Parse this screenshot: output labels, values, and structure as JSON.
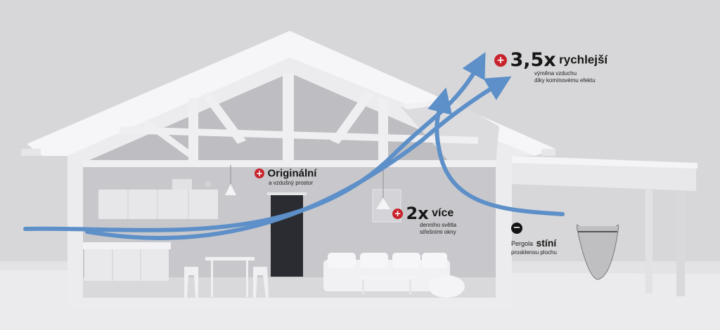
{
  "colors": {
    "background": "#d7d7d9",
    "house": "#eeeef0",
    "interior_wall": "#c9c9cd",
    "floor": "#dcdcdf",
    "airflow": "#5d8fc8",
    "plus_badge": "#c8232c",
    "minus_badge": "#141414"
  },
  "icons": {
    "plus": "+",
    "minus": "−"
  },
  "callouts": {
    "exchange": {
      "badge": "plus",
      "value": "3,5x",
      "word": "rychlejší",
      "lines": [
        "výměna vzduchu",
        "díky komínovému efektu"
      ]
    },
    "original": {
      "badge": "plus",
      "word": "Originální",
      "lines": [
        "a vzdušný prostor"
      ]
    },
    "light": {
      "badge": "plus",
      "value": "2x",
      "word": "více",
      "lines": [
        "denního světla",
        "střešními okny"
      ]
    },
    "pergola": {
      "badge": "minus",
      "prefix": "Pergola",
      "word": "stíní",
      "lines": [
        "prosklenou plochu"
      ]
    }
  }
}
